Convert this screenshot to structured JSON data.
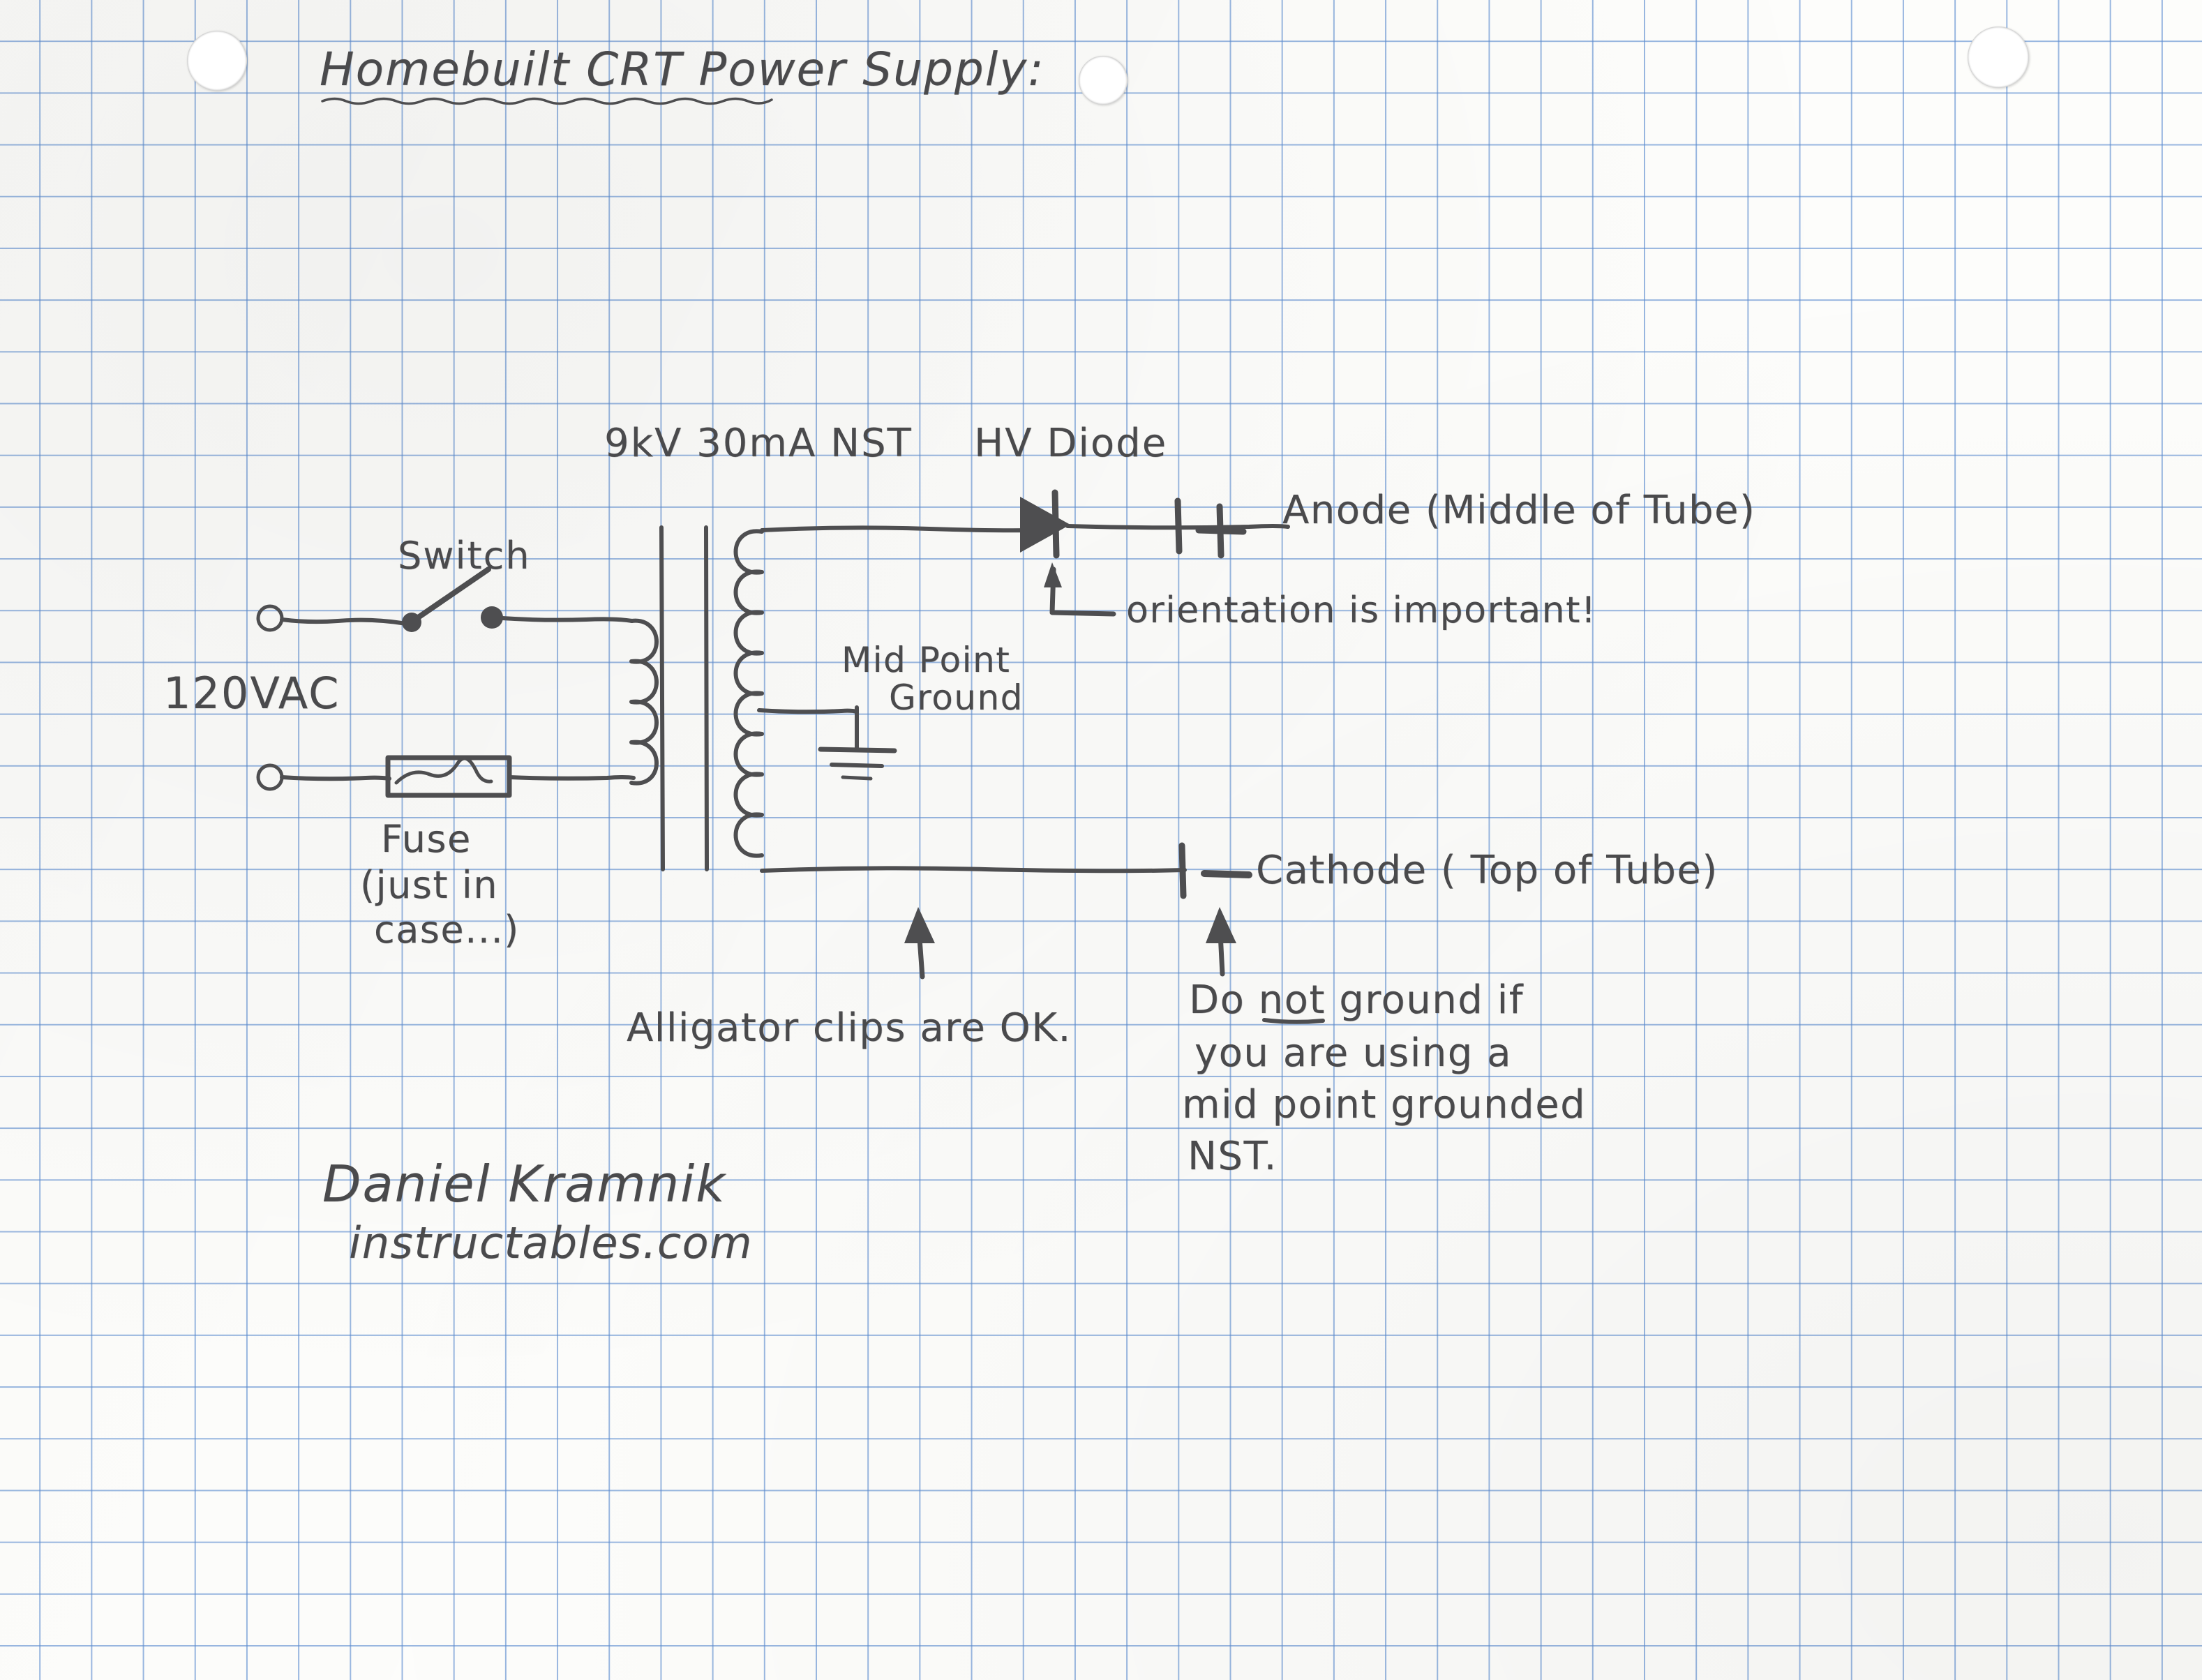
{
  "document": {
    "medium": "hand-drawn pencil sketch on blue graph paper",
    "title": "Homebuilt CRT Power Supply:",
    "paper_color": "#fdfdfb",
    "grid_color": "#5c8cd0",
    "ink_color": "#4e4e50"
  },
  "labels": {
    "transformer": "9kV 30mA NST",
    "diode": "HV Diode",
    "anode": "+  Anode (Middle of Tube)",
    "anode_sign": "+",
    "anode_text": "Anode (Middle of Tube)",
    "orientation_note": "orientation is important!",
    "switch": "Switch",
    "mains": "120VAC",
    "fuse_line1": "Fuse",
    "fuse_line2": "(just in",
    "fuse_line3": "case...)",
    "midpoint_line1": "Mid Point",
    "midpoint_line2": "Ground",
    "cathode_sign": "−",
    "cathode_text": "Cathode ( Top of Tube)",
    "alligator_note": "Alligator clips are OK.",
    "warning_line1": "Do not ground if",
    "warning_line2": "you are using a",
    "warning_line3": "mid point grounded",
    "warning_line4": "NST.",
    "warning_underlined_word": "not"
  },
  "signature": {
    "name": "Daniel Kramnik",
    "site": "instructables.com"
  },
  "schematic": {
    "components": [
      {
        "name": "ac-source-terminals",
        "type": "binding-posts",
        "count": 2
      },
      {
        "name": "switch",
        "type": "spst-switch"
      },
      {
        "name": "fuse",
        "type": "fuse"
      },
      {
        "name": "primary-coil",
        "type": "inductor"
      },
      {
        "name": "transformer-core",
        "type": "core-lines",
        "count": 2
      },
      {
        "name": "secondary-coil",
        "type": "inductor-center-tapped"
      },
      {
        "name": "ground-symbol",
        "type": "earth-ground"
      },
      {
        "name": "hv-diode",
        "type": "diode",
        "orientation": "anode-left-cathode-right"
      },
      {
        "name": "anode-terminal",
        "type": "open-terminal"
      },
      {
        "name": "cathode-terminal",
        "type": "open-terminal"
      }
    ],
    "arrows": [
      {
        "name": "orientation-arrow",
        "points_to": "hv-diode"
      },
      {
        "name": "alligator-arrow",
        "points_to": "secondary-output-wire"
      },
      {
        "name": "warning-arrow",
        "points_to": "cathode-terminal"
      }
    ]
  }
}
